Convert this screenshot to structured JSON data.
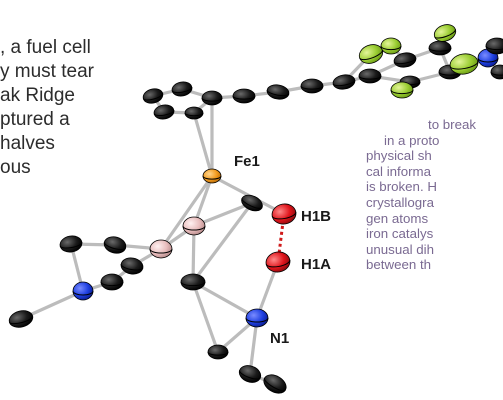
{
  "left_text_lines": [
    ", a fuel cell",
    "y must tear",
    "ak Ridge",
    "ptured a",
    "halves",
    "ous"
  ],
  "right_text_lines": [
    "to break",
    "in a proto",
    "physical sh",
    "cal informa",
    "is broken. H",
    "crystallogra",
    "gen atoms",
    "iron catalys",
    "unusual dih",
    "between th"
  ],
  "atom_labels": {
    "fe1": "Fe1",
    "h1b": "H1B",
    "h1a": "H1A",
    "n1": "N1"
  },
  "colors": {
    "carbon": "#1b1b1b",
    "fluorine": "#9acd32",
    "nitrogen": "#1e3fe0",
    "iron": "#f29a1d",
    "hydrogen": "#e0141b",
    "boron": "#e8bcbc",
    "bond": "#bcbcbc",
    "hh_bond": "#d01a1a"
  }
}
